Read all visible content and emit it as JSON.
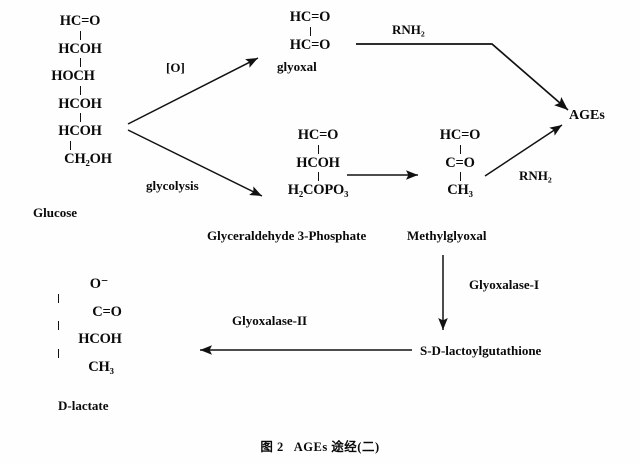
{
  "figure": {
    "caption_label": "图 2",
    "caption_text": "AGEs 途经(二)"
  },
  "compounds": {
    "glucose": {
      "name": "Glucose",
      "rows": [
        "HC=O",
        "HCOH",
        "HOCH",
        "HCOH",
        "HCOH",
        "CH2OH"
      ],
      "rows_display": [
        "HC=O",
        "HCOH",
        "HOCH",
        "HCOH",
        "HCOH",
        "CH₂OH"
      ]
    },
    "glyoxal": {
      "name": "glyoxal",
      "rows_display": [
        "HC=O",
        "HC=O"
      ]
    },
    "g3p": {
      "name": "Glyceraldehyde 3-Phosphate",
      "rows_display": [
        "HC=O",
        "HCOH",
        "H₂COPO₃"
      ]
    },
    "methylglyoxal": {
      "name": "Methylglyoxal",
      "rows_display": [
        "HC=O",
        "C=O",
        "CH₃"
      ]
    },
    "lactoylglutathione": {
      "name": "S-D-lactoylgutathione"
    },
    "d_lactate": {
      "name": "D-lactate",
      "rows_display": [
        "O⁻",
        "C=O",
        "HCOH",
        "CH₃"
      ]
    },
    "ages": {
      "name": "AGEs"
    }
  },
  "reaction_labels": {
    "oxidation": "[O]",
    "glycolysis": "glycolysis",
    "rnh2_top": "RNH₂",
    "rnh2_bottom": "RNH₂",
    "glyoxalase_1": "Glyoxalase-I",
    "glyoxalase_2": "Glyoxalase-II"
  },
  "colors": {
    "ink": "#0a0a0a",
    "background": "#fefefe",
    "arrow": "#111111"
  }
}
